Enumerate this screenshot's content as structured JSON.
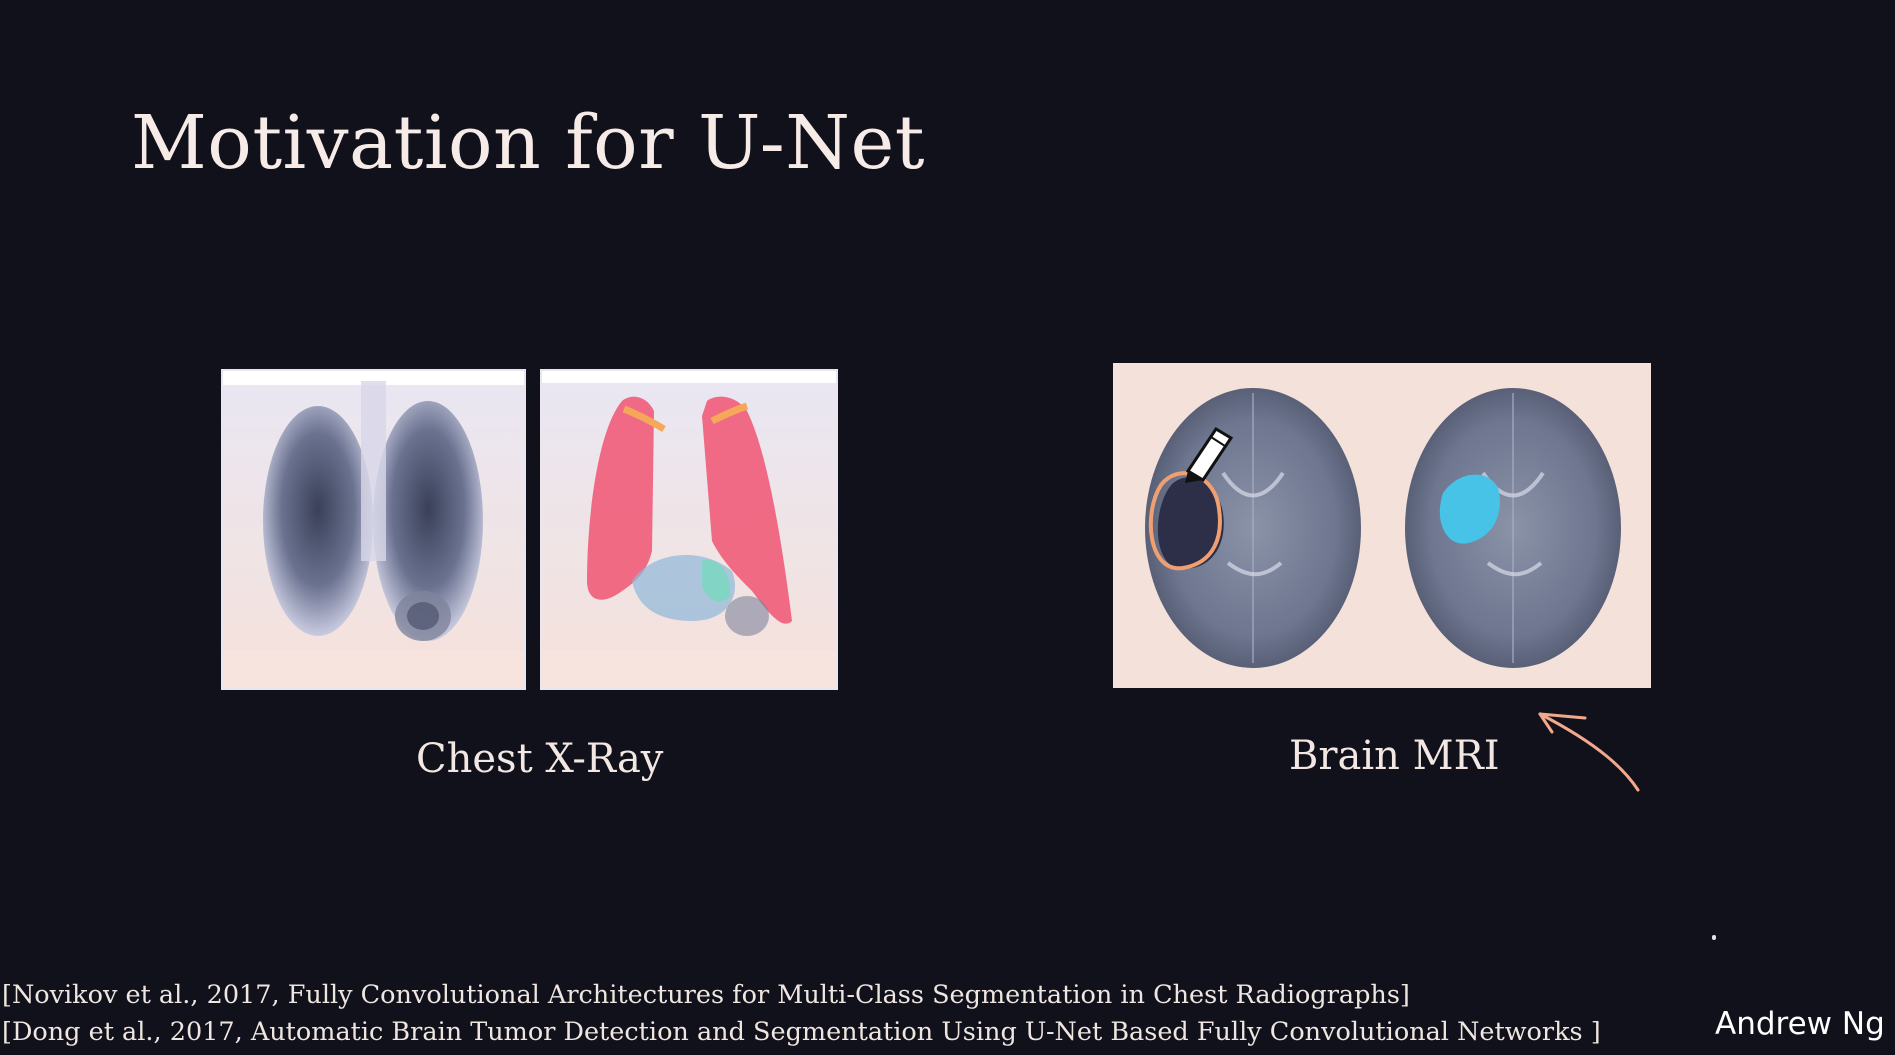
{
  "slide": {
    "title": "Motivation for U-Net",
    "captions": {
      "chest": "Chest X-Ray",
      "brain": "Brain MRI"
    },
    "citations": [
      "[Novikov et al., 2017, Fully Convolutional Architectures for Multi-Class Segmentation in Chest Radiographs]",
      "[Dong et al., 2017, Automatic Brain Tumor Detection and Segmentation Using U-Net Based Fully Convolutional Networks ]"
    ],
    "author": "Andrew Ng"
  },
  "colors": {
    "background": "#11111b",
    "text": "#f4e9e4",
    "lung_segmentation": "#f0607c",
    "heart_segmentation": "#7ad6c0",
    "clavicle_segmentation": "#f5a85a",
    "tumor_outline": "#f0a070",
    "tumor_segmentation": "#47c3e8",
    "mri_background": "#f4e1da",
    "annotation_arrow": "#f2a88c"
  },
  "icons": {
    "pen": "pen-icon",
    "arrow": "annotation-arrow-icon"
  }
}
